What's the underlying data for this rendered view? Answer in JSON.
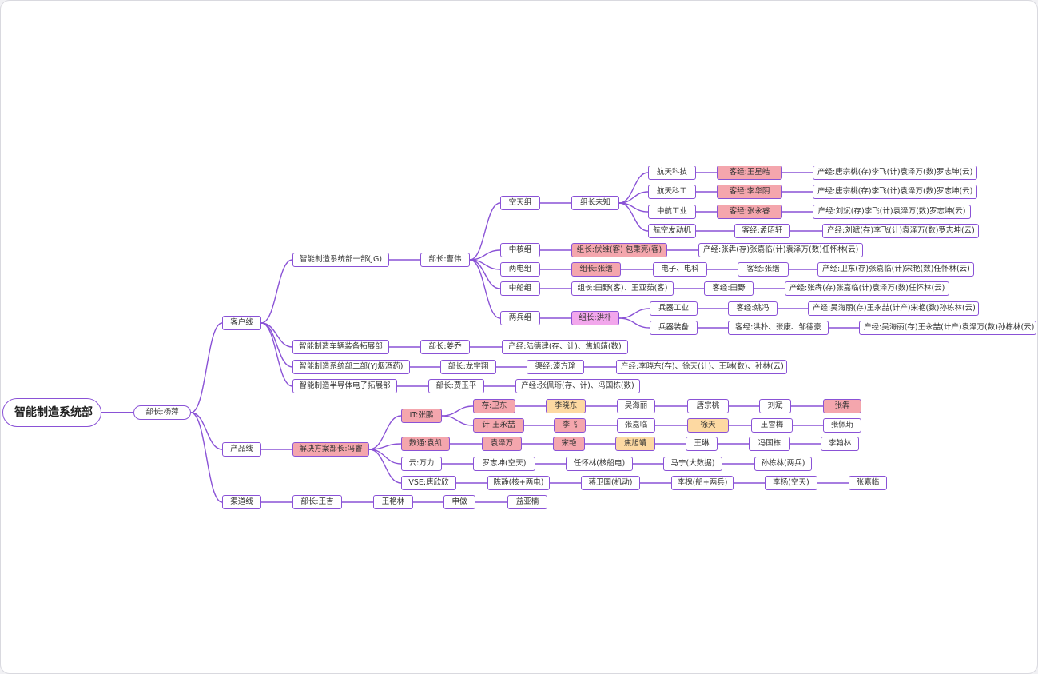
{
  "colors": {
    "line": "#8a52d6",
    "highlight_red": "#f4a6ad",
    "highlight_yellow": "#fdd9a2",
    "highlight_pink": "#f2a7ec"
  },
  "mindmap": {
    "root": {
      "label": "智能制造系统部",
      "children": [
        {
          "label": "部长:杨萍",
          "children": [
            {
              "label": "客户线",
              "children": [
                {
                  "label": "智能制造系统部一部(JG)",
                  "children": [
                    {
                      "label": "部长:曹伟",
                      "children": [
                        {
                          "label": "空天组",
                          "children": [
                            {
                              "label": "组长未知",
                              "children": [
                                {
                                  "label": "航天科技",
                                  "children": [
                                    {
                                      "label": "客经:王星皓",
                                      "highlight": "red",
                                      "children": [
                                        {
                                          "label": "产经:唐宗桃(存)李飞(计)袁泽万(数)罗志坤(云)"
                                        }
                                      ]
                                    }
                                  ]
                                },
                                {
                                  "label": "航天科工",
                                  "children": [
                                    {
                                      "label": "客经:李华阴",
                                      "highlight": "red",
                                      "children": [
                                        {
                                          "label": "产经:唐宗桃(存)李飞(计)袁泽万(数)罗志坤(云)"
                                        }
                                      ]
                                    }
                                  ]
                                },
                                {
                                  "label": "中航工业",
                                  "children": [
                                    {
                                      "label": "客经:张永睿",
                                      "highlight": "red",
                                      "children": [
                                        {
                                          "label": "产经:刘斌(存)李飞(计)袁泽万(数)罗志坤(云)"
                                        }
                                      ]
                                    }
                                  ]
                                },
                                {
                                  "label": "航空发动机",
                                  "children": [
                                    {
                                      "label": "客经:孟昭轩",
                                      "children": [
                                        {
                                          "label": "产经:刘斌(存)李飞(计)袁泽万(数)罗志坤(云)"
                                        }
                                      ]
                                    }
                                  ]
                                }
                              ]
                            }
                          ]
                        },
                        {
                          "label": "中核组",
                          "children": [
                            {
                              "label": "组长:伏维(客) 包秉亮(客)",
                              "highlight": "red",
                              "children": [
                                {
                                  "label": "产经:张犇(存)张嘉临(计)袁泽万(数)任怀林(云)"
                                }
                              ]
                            }
                          ]
                        },
                        {
                          "label": "两电组",
                          "children": [
                            {
                              "label": "组长:张缙",
                              "highlight": "red",
                              "children": [
                                {
                                  "label": "电子、电科",
                                  "children": [
                                    {
                                      "label": "客经:张缙",
                                      "children": [
                                        {
                                          "label": "产经:卫东(存)张嘉临(计)宋艳(数)任怀林(云)"
                                        }
                                      ]
                                    }
                                  ]
                                }
                              ]
                            }
                          ]
                        },
                        {
                          "label": "中船组",
                          "children": [
                            {
                              "label": "组长:田野(客)、王亚茹(客)",
                              "children": [
                                {
                                  "label": "客经:田野",
                                  "children": [
                                    {
                                      "label": "产经:张犇(存)张嘉临(计)袁泽万(数)任怀林(云)"
                                    }
                                  ]
                                }
                              ]
                            }
                          ]
                        },
                        {
                          "label": "两兵组",
                          "children": [
                            {
                              "label": "组长:洪朴",
                              "highlight": "pink",
                              "children": [
                                {
                                  "label": "兵器工业",
                                  "children": [
                                    {
                                      "label": "客经:姚冯",
                                      "children": [
                                        {
                                          "label": "产经:吴海丽(存)王永喆(计产)宋艳(数)孙栋林(云)"
                                        }
                                      ]
                                    }
                                  ]
                                },
                                {
                                  "label": "兵器装备",
                                  "children": [
                                    {
                                      "label": "客经:洪朴、张康、邹德豪",
                                      "children": [
                                        {
                                          "label": "产经:吴海丽(存)王永喆(计产)袁泽万(数)孙栋林(云)"
                                        }
                                      ]
                                    }
                                  ]
                                }
                              ]
                            }
                          ]
                        }
                      ]
                    }
                  ]
                },
                {
                  "label": "智能制造车辆装备拓展部",
                  "children": [
                    {
                      "label": "部长:姜乔",
                      "children": [
                        {
                          "label": "产经:陆德建(存、计)、焦旭靖(数)"
                        }
                      ]
                    }
                  ]
                },
                {
                  "label": "智能制造系统部二部(YJ烟酒药)",
                  "children": [
                    {
                      "label": "部长:龙宇翔",
                      "children": [
                        {
                          "label": "渠经:漆方瑜",
                          "children": [
                            {
                              "label": "产经:李晓东(存)、徐天(计)、王琳(数)、孙林(云)"
                            }
                          ]
                        }
                      ]
                    }
                  ]
                },
                {
                  "label": "智能制造半导体电子拓展部",
                  "children": [
                    {
                      "label": "部长:贾玉平",
                      "children": [
                        {
                          "label": "产经:张佩珩(存、计)、冯国栋(数)"
                        }
                      ]
                    }
                  ]
                }
              ]
            },
            {
              "label": "产品线",
              "children": [
                {
                  "label": "解决方案部长:冯睿",
                  "highlight": "red",
                  "children": [
                    {
                      "label": "IT:张鹏",
                      "highlight": "red",
                      "children": [
                        {
                          "label": "存:卫东",
                          "highlight": "red",
                          "children": [
                            {
                              "label": "李晓东",
                              "highlight": "yellow",
                              "children": [
                                {
                                  "label": "吴海丽",
                                  "children": [
                                    {
                                      "label": "唐宗桃",
                                      "children": [
                                        {
                                          "label": "刘斌",
                                          "children": [
                                            {
                                              "label": "张犇",
                                              "highlight": "red"
                                            }
                                          ]
                                        }
                                      ]
                                    }
                                  ]
                                }
                              ]
                            }
                          ]
                        },
                        {
                          "label": "计:王永喆",
                          "highlight": "red",
                          "children": [
                            {
                              "label": "李飞",
                              "highlight": "red",
                              "children": [
                                {
                                  "label": "张嘉临",
                                  "children": [
                                    {
                                      "label": "徐天",
                                      "highlight": "yellow",
                                      "children": [
                                        {
                                          "label": "王雪梅",
                                          "children": [
                                            {
                                              "label": "张佩珩"
                                            }
                                          ]
                                        }
                                      ]
                                    }
                                  ]
                                }
                              ]
                            }
                          ]
                        }
                      ]
                    },
                    {
                      "label": "数通:袁凯",
                      "highlight": "red",
                      "children": [
                        {
                          "label": "袁泽万",
                          "highlight": "red",
                          "children": [
                            {
                              "label": "宋艳",
                              "highlight": "red",
                              "children": [
                                {
                                  "label": "焦旭靖",
                                  "highlight": "yellow",
                                  "children": [
                                    {
                                      "label": "王琳",
                                      "children": [
                                        {
                                          "label": "冯国栋",
                                          "children": [
                                            {
                                              "label": "李翰林"
                                            }
                                          ]
                                        }
                                      ]
                                    }
                                  ]
                                }
                              ]
                            }
                          ]
                        }
                      ]
                    },
                    {
                      "label": "云:万力",
                      "children": [
                        {
                          "label": "罗志坤(空天)",
                          "children": [
                            {
                              "label": "任怀林(核船电)",
                              "children": [
                                {
                                  "label": "马宁(大数据)",
                                  "children": [
                                    {
                                      "label": "孙栋林(两兵)"
                                    }
                                  ]
                                }
                              ]
                            }
                          ]
                        }
                      ]
                    },
                    {
                      "label": "VSE:唐欣欣",
                      "children": [
                        {
                          "label": "陈静(核+两电)",
                          "children": [
                            {
                              "label": "蒋卫国(机动)",
                              "children": [
                                {
                                  "label": "李槐(船+两兵)",
                                  "children": [
                                    {
                                      "label": "李杨(空天)",
                                      "children": [
                                        {
                                          "label": "张嘉临"
                                        }
                                      ]
                                    }
                                  ]
                                }
                              ]
                            }
                          ]
                        }
                      ]
                    }
                  ]
                }
              ]
            },
            {
              "label": "渠道线",
              "children": [
                {
                  "label": "部长:王吉",
                  "children": [
                    {
                      "label": "王艳林",
                      "children": [
                        {
                          "label": "申傲",
                          "children": [
                            {
                              "label": "益亚楠"
                            }
                          ]
                        }
                      ]
                    }
                  ]
                }
              ]
            }
          ]
        }
      ]
    }
  }
}
